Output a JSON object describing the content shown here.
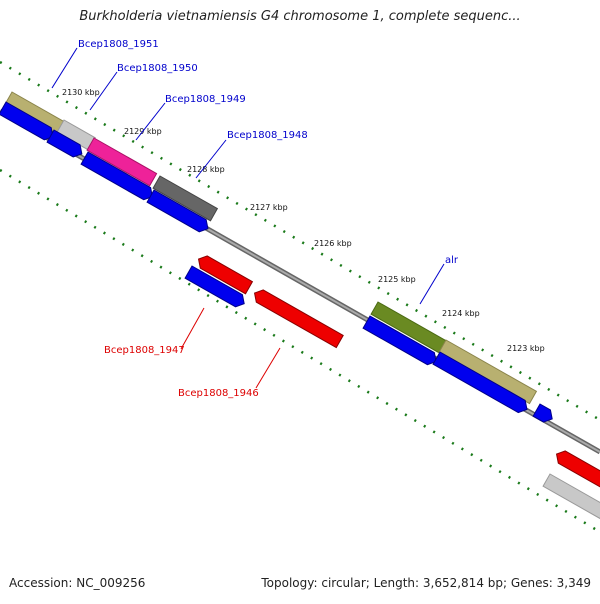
{
  "title": "Burkholderia vietnamiensis G4 chromosome 1, complete sequenc...",
  "footer": {
    "accession": "Accession: NC_009256",
    "summary": "Topology: circular; Length: 3,652,814 bp; Genes: 3,349"
  },
  "scale_labels": [
    "2130 kbp",
    "2129 kbp",
    "2128 kbp",
    "2127 kbp",
    "2126 kbp",
    "2125 kbp",
    "2124 kbp",
    "2123 kbp"
  ],
  "gene_labels": [
    {
      "text": "Bcep1808_1951",
      "strand": "plus"
    },
    {
      "text": "Bcep1808_1950",
      "strand": "plus"
    },
    {
      "text": "Bcep1808_1949",
      "strand": "plus"
    },
    {
      "text": "Bcep1808_1948",
      "strand": "plus"
    },
    {
      "text": "alr",
      "strand": "plus"
    },
    {
      "text": "Bcep1808_1947",
      "strand": "minus"
    },
    {
      "text": "Bcep1808_1946",
      "strand": "minus"
    }
  ],
  "colors": {
    "plus_label": "#0000cc",
    "minus_label": "#dd0000",
    "forward_gene": "#0000ee",
    "reverse_gene": "#ee0000",
    "tick": "#1a7a1a",
    "backbone": "#888888",
    "cog_olive": "#b8b070",
    "cog_lightgray": "#c8c8c8",
    "cog_pink": "#ee2299",
    "cog_darkgray": "#666666",
    "cog_green": "#6a8a22"
  }
}
